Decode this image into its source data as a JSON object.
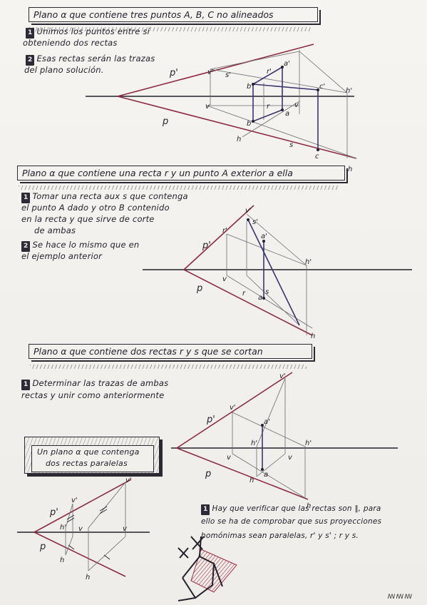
{
  "section1": {
    "title": "Plano α que contiene tres puntos A, B, C no alineados",
    "step1_num": "1",
    "step1_line1": "Unimos los puntos entre sí",
    "step1_line2": "obteniendo dos rectas",
    "step2_num": "2",
    "step2_line1": "Esas rectas serán las trazas",
    "step2_line2": "del plano solución.",
    "labels": [
      "p'",
      "v'",
      "s'",
      "r'",
      "a'",
      "b'",
      "c'",
      "h'",
      "v",
      "r",
      "a",
      "b",
      "v",
      "h",
      "s",
      "c",
      "p",
      "h"
    ]
  },
  "section2": {
    "title": "Plano α que contiene una recta r y un punto A exterior a ella",
    "step1_num": "1",
    "step1_line1": "Tomar una recta aux s que contenga",
    "step1_line2": "el punto A dado y otro B contenido",
    "step1_line3": "en la recta y que sirve de corte",
    "step1_line4": "de ambas",
    "step2_num": "2",
    "step2_line1": "Se hace lo mismo que en",
    "step2_line2": "el ejemplo anterior",
    "labels": [
      "v'",
      "s'",
      "p'",
      "r'",
      "a'",
      "h'",
      "v",
      "r",
      "a",
      "s",
      "p",
      "h"
    ]
  },
  "section3": {
    "title": "Plano α que contiene dos rectas r y s que se cortan",
    "step1_num": "1",
    "step1_line1": "Determinar las trazas de ambas",
    "step1_line2": "rectas y unir como anteriormente",
    "labels": [
      "v'",
      "v'",
      "p'",
      "a'",
      "h'",
      "h'",
      "v",
      "v",
      "a",
      "h",
      "p",
      "h"
    ]
  },
  "section4": {
    "title_line1": "Un plano α que contenga",
    "title_line2": "dos rectas paralelas",
    "step1_num": "1",
    "step1_line1": "Hay que verificar que las rectas son ∥, para",
    "step1_line2": "ello se ha de comprobar que sus proyecciones",
    "step1_line3": "homónimas sean paralelas, r' y s' ; r y s.",
    "labels": [
      "v'",
      "p'",
      "v'",
      "h'",
      "v",
      "v",
      "p",
      "h",
      "h"
    ]
  },
  "footer": {
    "mark": "ꟿꟿꟿ"
  },
  "colors": {
    "ink": "#23212b",
    "plane": "#8e2c45",
    "violet": "#3b3570",
    "hatch_red": "#a53146"
  }
}
